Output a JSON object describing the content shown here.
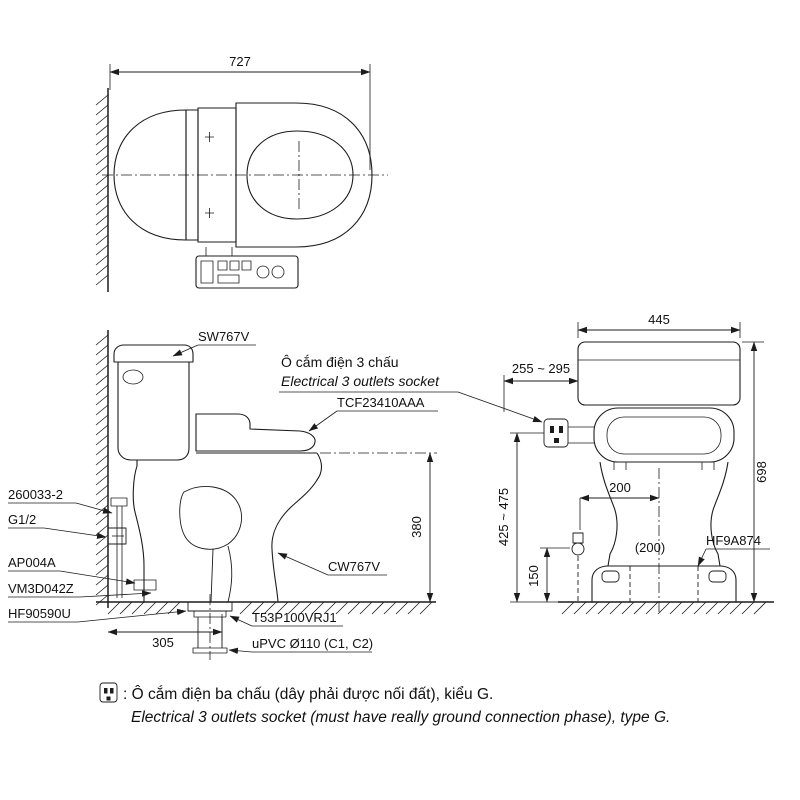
{
  "colors": {
    "line": "#1c1c1c",
    "text": "#111111",
    "background": "#ffffff"
  },
  "top_view": {
    "dim_depth": "727"
  },
  "side_view": {
    "dim_seat_height": "380",
    "dim_outlet_offset": "305",
    "labels": {
      "tank": "SW767V",
      "washlet": "TCF23410AAA",
      "bowl": "CW767V",
      "supply_connector": "260033-2",
      "supply_thread": "G1/2",
      "fixing_part": "AP004A",
      "gasket": "VM3D042Z",
      "floor_flange": "HF90590U",
      "drain_joint": "T53P100VRJ1",
      "drain_pipe": "uPVC Ø110 (C1, C2)"
    }
  },
  "front_view": {
    "dim_width": "445",
    "dim_socket_offset": "255 ~ 295",
    "dim_total_height": "698",
    "dim_socket_height": "425 ~ 475",
    "dim_supply_offset": "200",
    "dim_supply_height": "150",
    "dim_bolt_spacing": "(200)",
    "labels": {
      "bolt_cap": "HF9A874"
    }
  },
  "socket_callout": {
    "vi": "Ô cắm điện 3 chấu",
    "en": "Electrical 3 outlets socket"
  },
  "footnote": {
    "vi": ": Ô cắm điện ba chấu (dây phải được nối đất), kiểu G.",
    "en": "Electrical 3 outlets socket (must have really ground connection phase), type G."
  }
}
